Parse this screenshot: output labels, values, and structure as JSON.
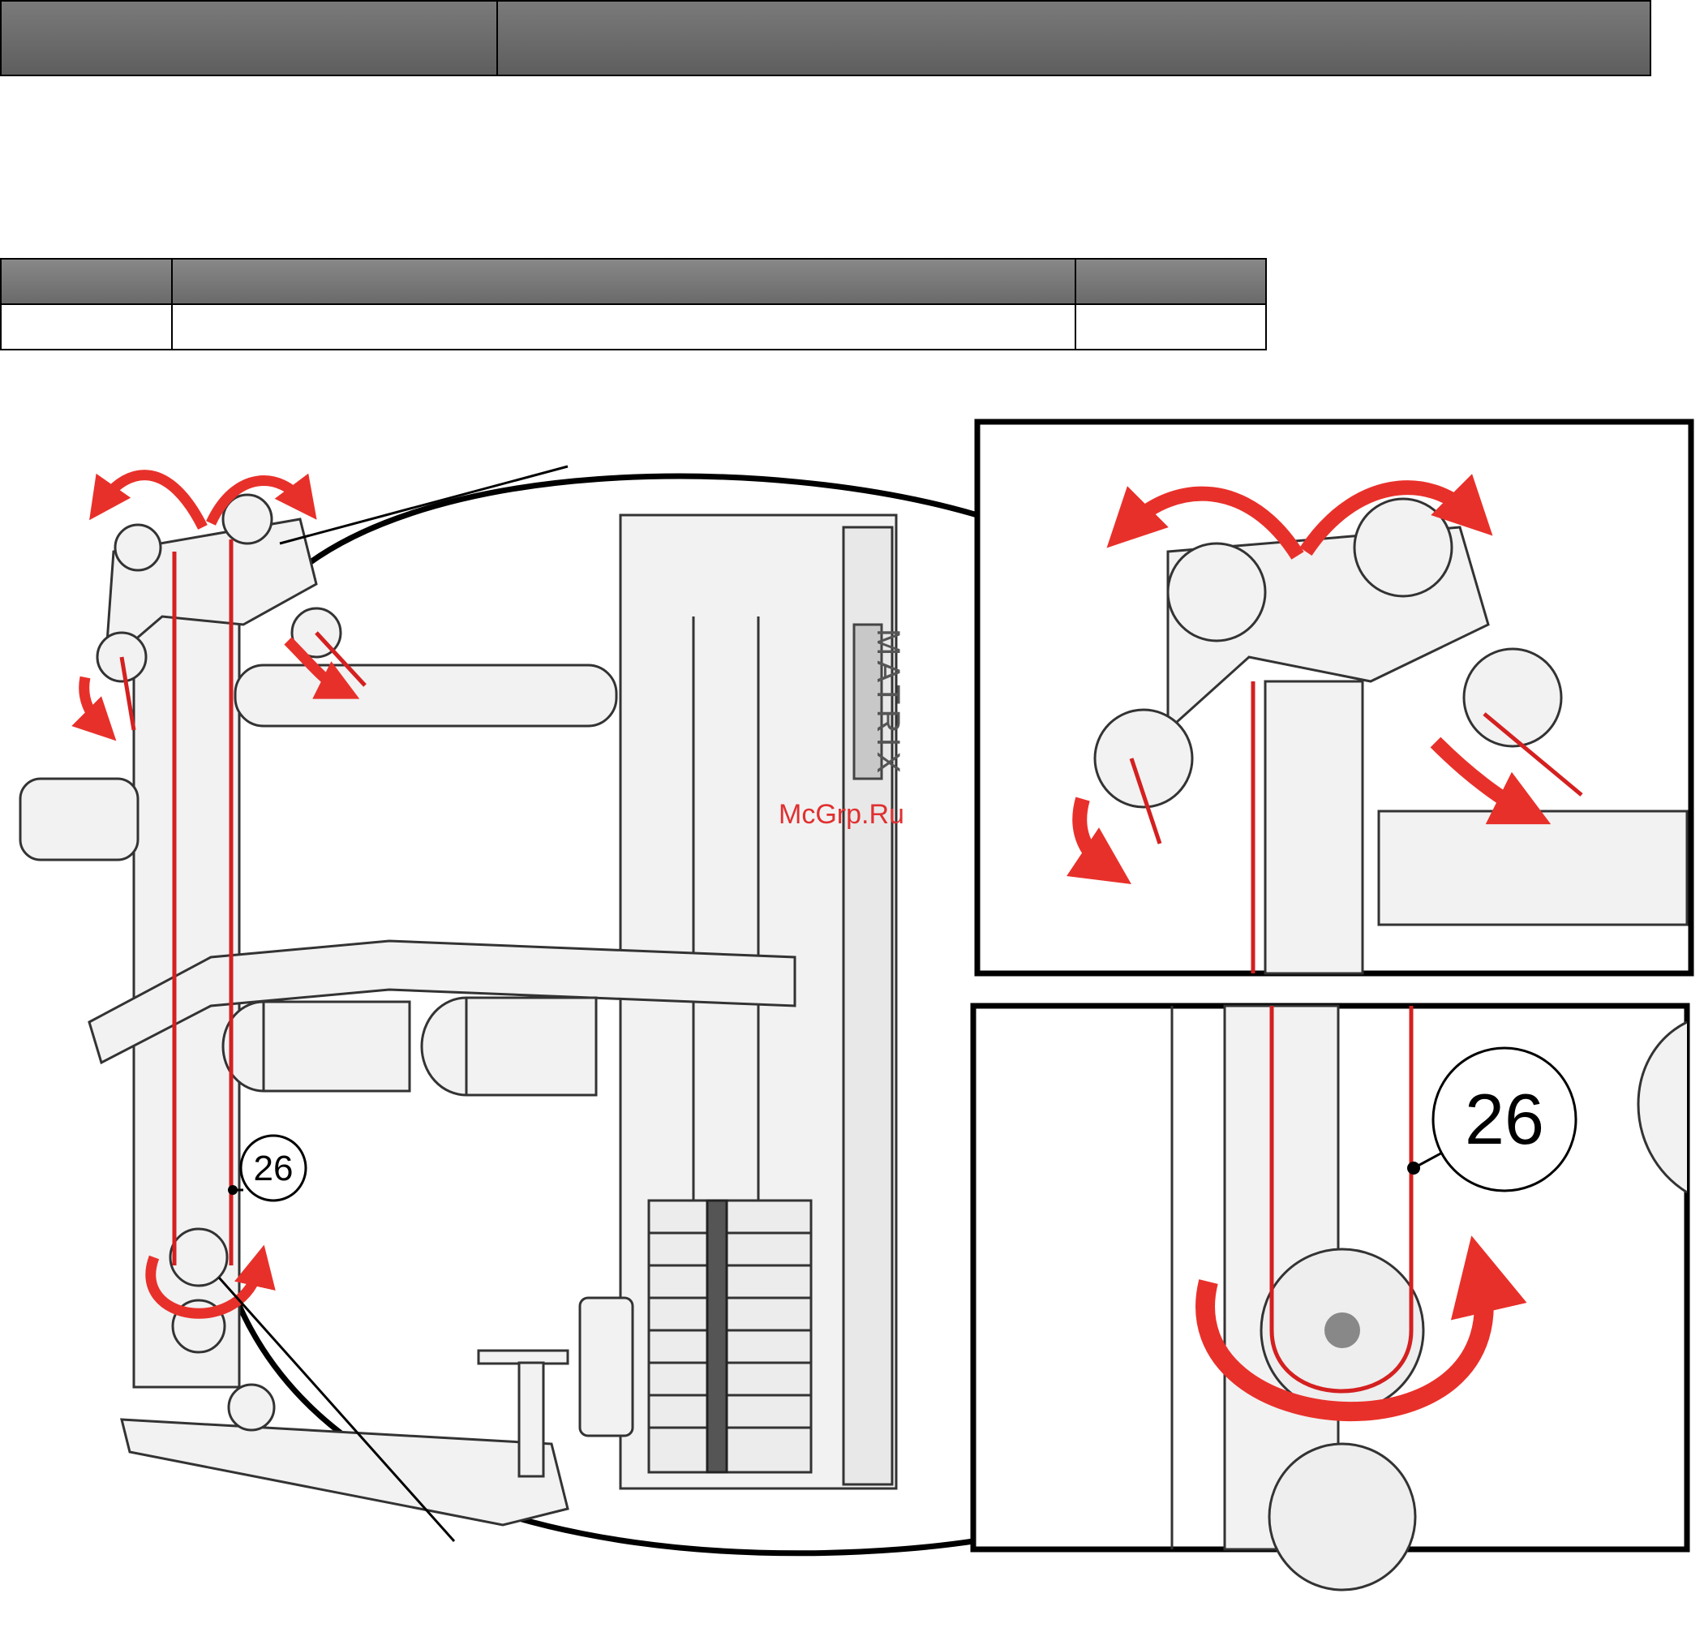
{
  "watermark": "McGrp.Ru",
  "callout": "26",
  "brand_on_frame": "MATRIX",
  "colors": {
    "cable": "#d42020",
    "arrow": "#e8302a",
    "header": "#6a6a6a"
  },
  "parts_table": {
    "rows": 2,
    "columns": 3
  }
}
